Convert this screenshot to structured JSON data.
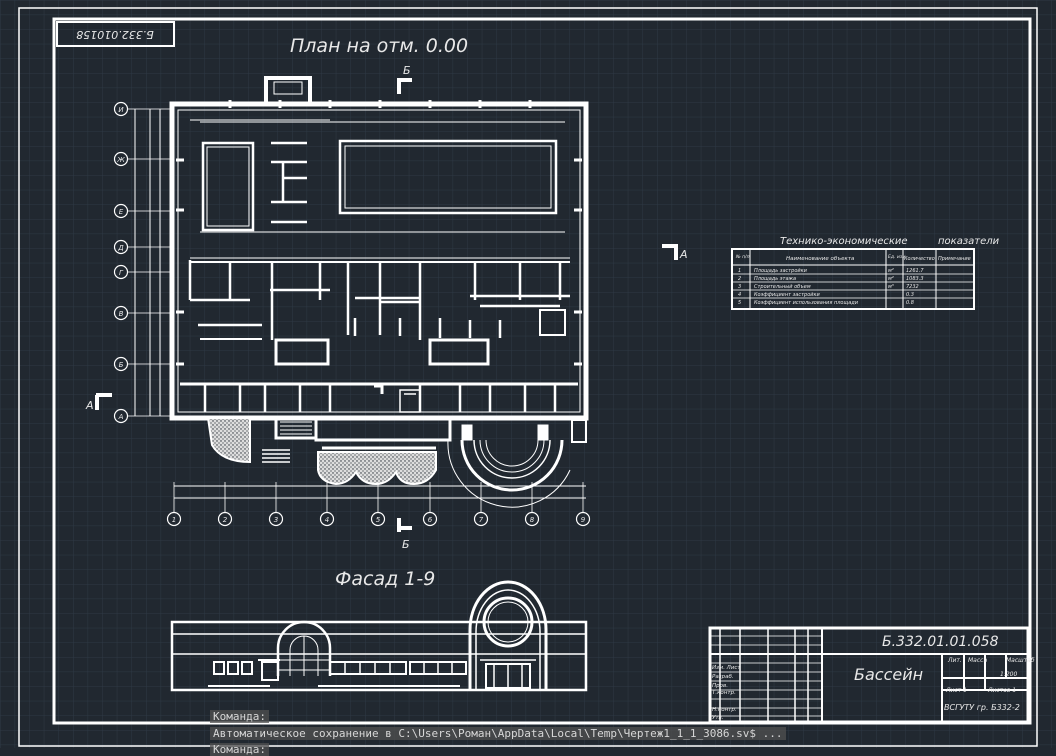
{
  "drawing": {
    "stamp_rotated": "Б.332.010158",
    "plan_title": "План на отм.   0.00",
    "facade_title": "Фасад 1-9",
    "section_label_b": "Б",
    "section_label_a": "А",
    "axes_letters": [
      "И",
      "Ж",
      "Е",
      "Д",
      "Г",
      "В",
      "Б",
      "А"
    ],
    "axes_numbers": [
      "1",
      "2",
      "3",
      "4",
      "5",
      "6",
      "7",
      "8",
      "9"
    ]
  },
  "tep_table": {
    "title_left": "Технико-экономические",
    "title_right": "показатели",
    "headers": [
      "№ п/п",
      "Наименование объекта",
      "Ед. изм.",
      "Количество",
      "Примечание"
    ],
    "rows": [
      [
        "1",
        "Площадь застройки",
        "м²",
        "1261.7",
        ""
      ],
      [
        "2",
        "Площадь этажа",
        "м²",
        "1083.3",
        ""
      ],
      [
        "3",
        "Строительный объем",
        "м³",
        "7232",
        ""
      ],
      [
        "4",
        "Коэффициент застройки",
        "",
        "0.3",
        ""
      ],
      [
        "5",
        "Коэффициент использования площади",
        "",
        "0.8",
        ""
      ]
    ]
  },
  "title_block": {
    "code": "Б.332.01.01.058",
    "name": "Бассейн",
    "lit_label": "Лит.",
    "mass_label": "Масса",
    "scale_label": "Масштаб",
    "scale_value": "1:200",
    "sheet_label": "Лист  1",
    "sheets_label": "Листов  1",
    "org": "ВСГУТУ гр. Б332-2",
    "sign_rows": [
      "Изм. Лист",
      "Разраб.",
      "Пров.",
      "Т.контр.",
      "Н.контр.",
      "Утв."
    ]
  },
  "command": {
    "line1": "Команда:",
    "line2": "Автоматическое сохранение в C:\\Users\\Роман\\AppData\\Local\\Temp\\Чертеж1_1_1_3086.sv$ ...",
    "line3": "Команда:"
  }
}
